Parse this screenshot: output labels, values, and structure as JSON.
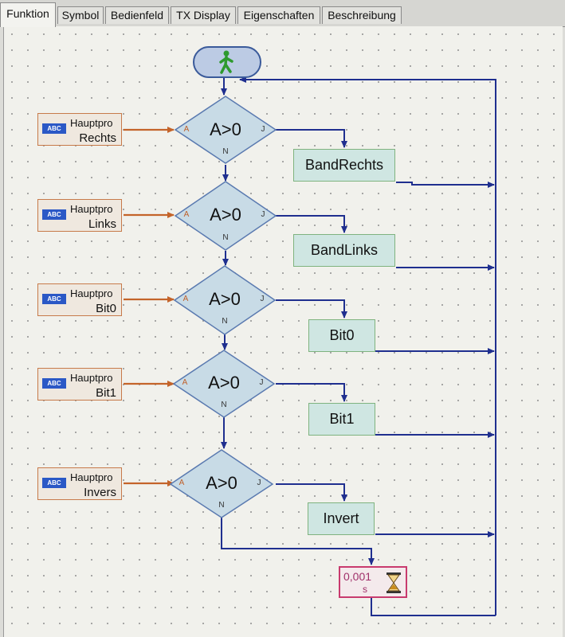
{
  "tabs": [
    {
      "label": "Funktion",
      "active": true
    },
    {
      "label": "Symbol"
    },
    {
      "label": "Bedienfeld"
    },
    {
      "label": "TX Display"
    },
    {
      "label": "Eigenschaften"
    },
    {
      "label": "Beschreibung"
    }
  ],
  "colors": {
    "flow_line": "#1f2f8f",
    "input_line": "#c4642a",
    "decision_fill": "#c8dbe6",
    "action_fill": "#cfe6e2",
    "timer_border": "#c83a6e"
  },
  "start": {
    "icon": "walking-man-icon"
  },
  "rows": [
    {
      "input": {
        "badge": "ABC",
        "title": "Hauptpro",
        "name": "Rechts"
      },
      "decision": {
        "label": "A>0",
        "port_in": "A",
        "port_yes": "J",
        "port_no": "N"
      },
      "action": {
        "label": "BandRechts"
      }
    },
    {
      "input": {
        "badge": "ABC",
        "title": "Hauptpro",
        "name": "Links"
      },
      "decision": {
        "label": "A>0",
        "port_in": "A",
        "port_yes": "J",
        "port_no": "N"
      },
      "action": {
        "label": "BandLinks"
      }
    },
    {
      "input": {
        "badge": "ABC",
        "title": "Hauptpro",
        "name": "Bit0"
      },
      "decision": {
        "label": "A>0",
        "port_in": "A",
        "port_yes": "J",
        "port_no": "N"
      },
      "action": {
        "label": "Bit0"
      }
    },
    {
      "input": {
        "badge": "ABC",
        "title": "Hauptpro",
        "name": "Bit1"
      },
      "decision": {
        "label": "A>0",
        "port_in": "A",
        "port_yes": "J",
        "port_no": "N"
      },
      "action": {
        "label": "Bit1"
      }
    },
    {
      "input": {
        "badge": "ABC",
        "title": "Hauptpro",
        "name": "Invers"
      },
      "decision": {
        "label": "A>0",
        "port_in": "A",
        "port_yes": "J",
        "port_no": "N"
      },
      "action": {
        "label": "Invert"
      }
    }
  ],
  "timer": {
    "value": "0,001",
    "unit": "s",
    "icon": "hourglass-icon"
  }
}
